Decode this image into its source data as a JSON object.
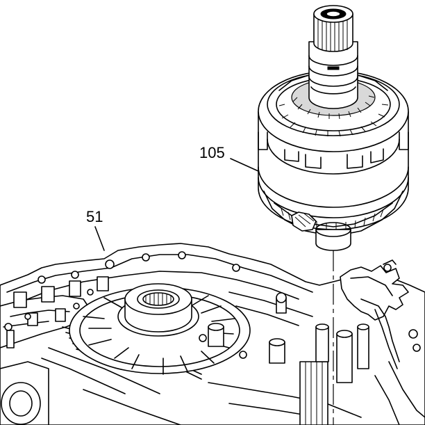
{
  "callouts": [
    {
      "id": "callout-51",
      "label": "51"
    },
    {
      "id": "callout-105",
      "label": "105"
    }
  ],
  "colors": {
    "line": "#000000",
    "background": "#ffffff"
  }
}
